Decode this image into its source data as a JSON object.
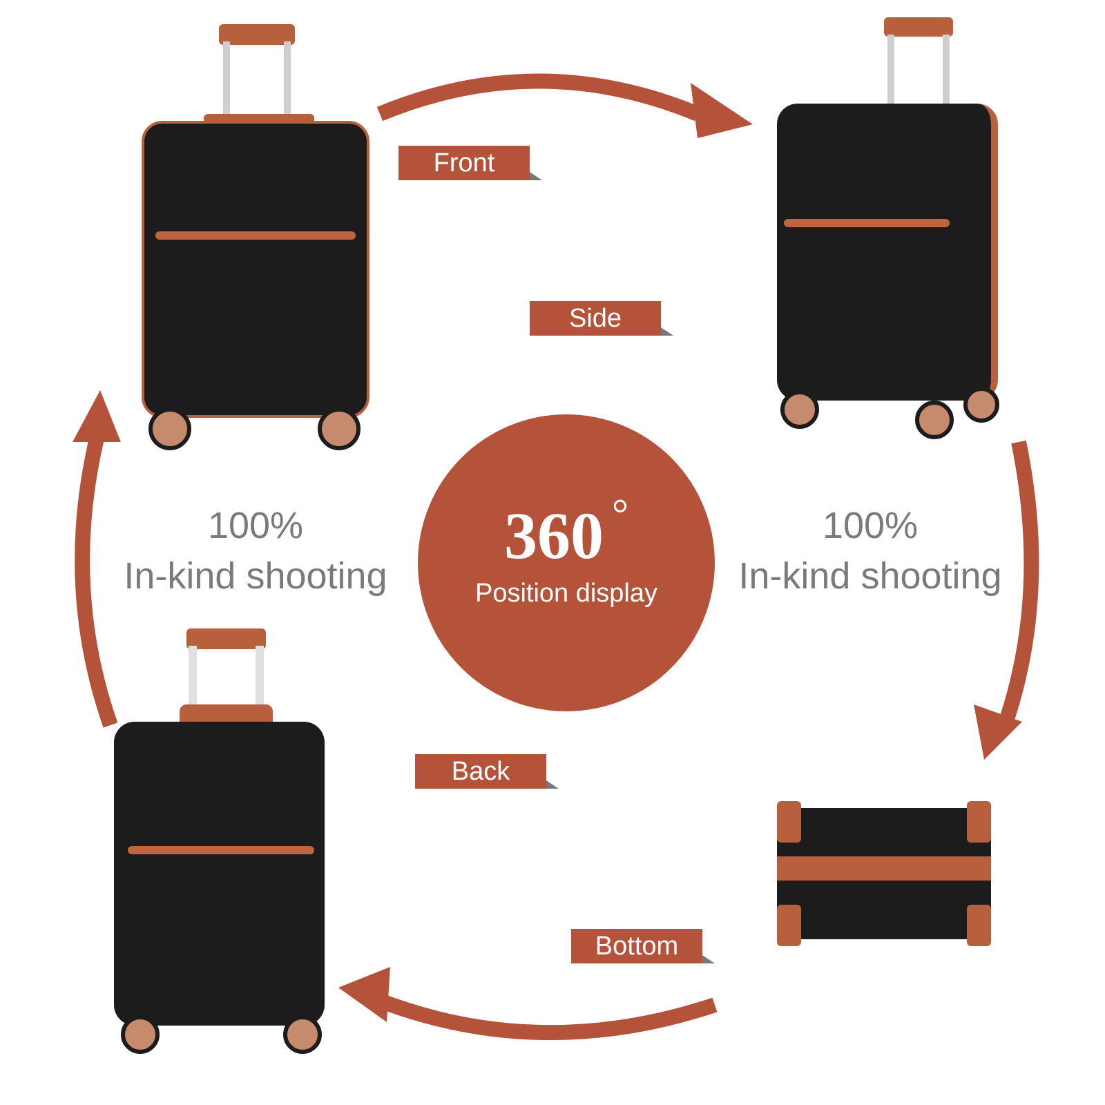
{
  "center": {
    "title": "360",
    "degree": "°",
    "subtitle": "Position display"
  },
  "left_caption": {
    "line1": "100%",
    "line2": "In-kind shooting"
  },
  "right_caption": {
    "line1": "100%",
    "line2": "In-kind shooting"
  },
  "labels": {
    "front": "Front",
    "side": "Side",
    "back": "Back",
    "bottom": "Bottom"
  },
  "colors": {
    "accent": "#b5533a",
    "body": "#1c1c1c",
    "trim": "#b8603e",
    "caption_gray": "#7a7a7a"
  }
}
